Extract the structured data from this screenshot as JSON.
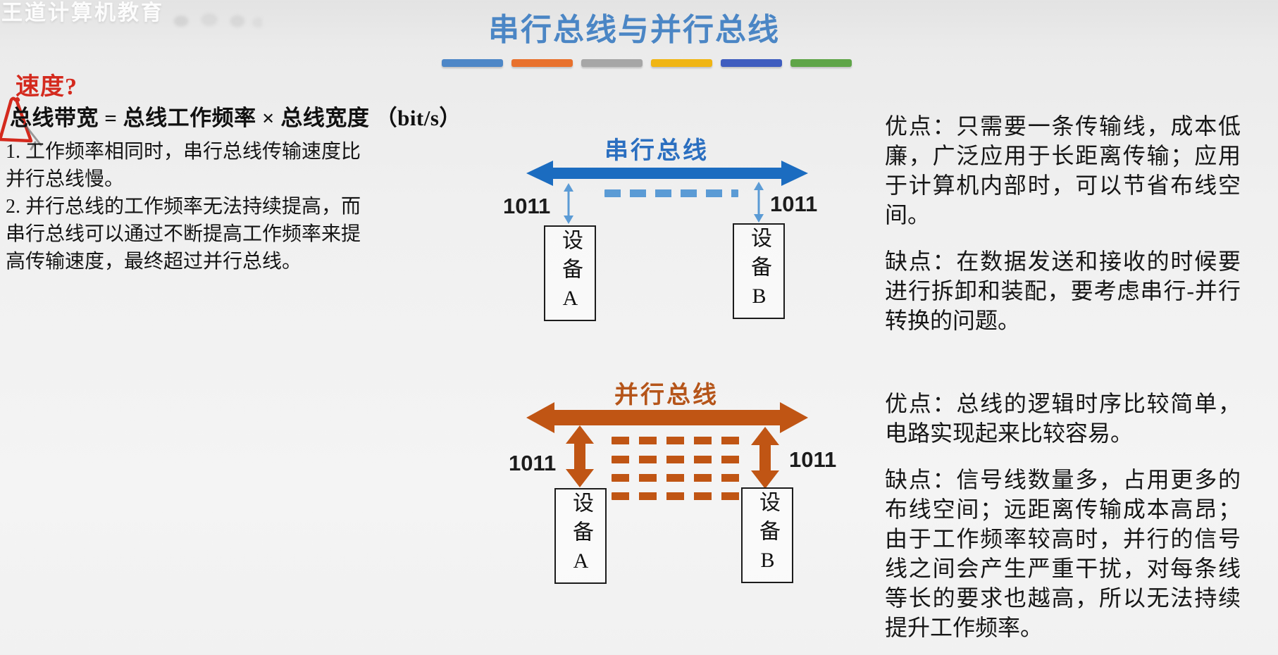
{
  "watermark": {
    "brand": "王道计算机教育"
  },
  "title": "串行总线与并行总线",
  "colors": {
    "title_blue": "#4b86c5",
    "serial_arrow_blue": "#1b6cc0",
    "serial_light_blue": "#5b9bd5",
    "parallel_orange": "#c05514",
    "annotation_red": "#d42a1e",
    "title_bars": [
      "#4e87c7",
      "#e8712d",
      "#a6a6a6",
      "#f0b514",
      "#3f5dbf",
      "#5fa548"
    ]
  },
  "left_panel": {
    "speed_heading": "速度?",
    "formula": "总线带宽 = 总线工作频率 × 总线宽度 （bit/s）",
    "points": [
      "1. 工作频率相同时，串行总线传输速度比并行总线慢。",
      "2. 并行总线的工作频率无法持续提高，而串行总线可以通过不断提高工作频率来提高传输速度，最终超过并行总线。"
    ]
  },
  "serial_diagram": {
    "label": "串行总线",
    "left_bits": "1011",
    "right_bits": "1011",
    "device_a": "设备A",
    "device_b": "设备B"
  },
  "parallel_diagram": {
    "label": "并行总线",
    "left_bits": "1011",
    "right_bits": "1011",
    "device_a": "设备A",
    "device_b": "设备B"
  },
  "serial_notes": {
    "pros": "优点：只需要一条传输线，成本低廉，广泛应用于长距离传输；应用于计算机内部时，可以节省布线空间。",
    "cons": "缺点：在数据发送和接收的时候要进行拆卸和装配，要考虑串行-并行转换的问题。"
  },
  "parallel_notes": {
    "pros": "优点：总线的逻辑时序比较简单，电路实现起来比较容易。",
    "cons": "缺点：信号线数量多，占用更多的布线空间；远距离传输成本高昂；由于工作频率较高时，并行的信号线之间会产生严重干扰，对每条线等长的要求也越高，所以无法持续提升工作频率。"
  }
}
